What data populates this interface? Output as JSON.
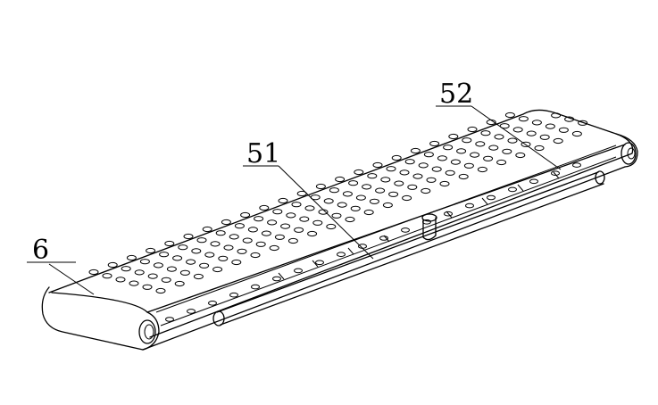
{
  "figure": {
    "labels": {
      "belt": "6",
      "pipe": "51",
      "nozzle_group": "52"
    }
  }
}
